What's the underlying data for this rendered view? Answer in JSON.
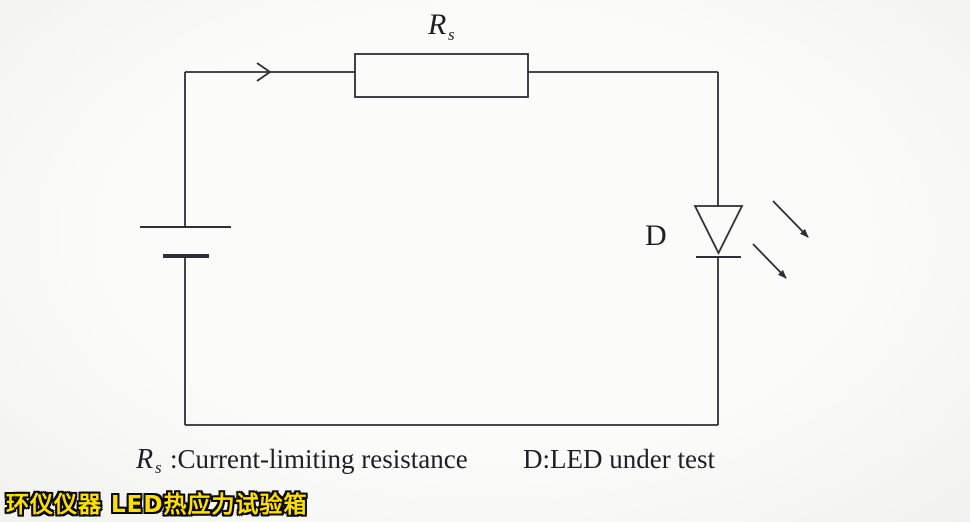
{
  "diagram": {
    "resistor": {
      "label": "R",
      "label_sub": "s"
    },
    "led": {
      "label": "D"
    },
    "caption": {
      "r": "R",
      "r_sub": "s",
      "part1": ":Current-limiting resistance",
      "part2": "D:LED under test"
    },
    "watermark": "环仪仪器 LED热应力试验箱",
    "colors": {
      "line": "#2e2e38",
      "background": "#fafaf8",
      "text": "#1e1e26",
      "watermark_fill": "#ffdf00",
      "watermark_outline": "#0a0a0a"
    }
  }
}
